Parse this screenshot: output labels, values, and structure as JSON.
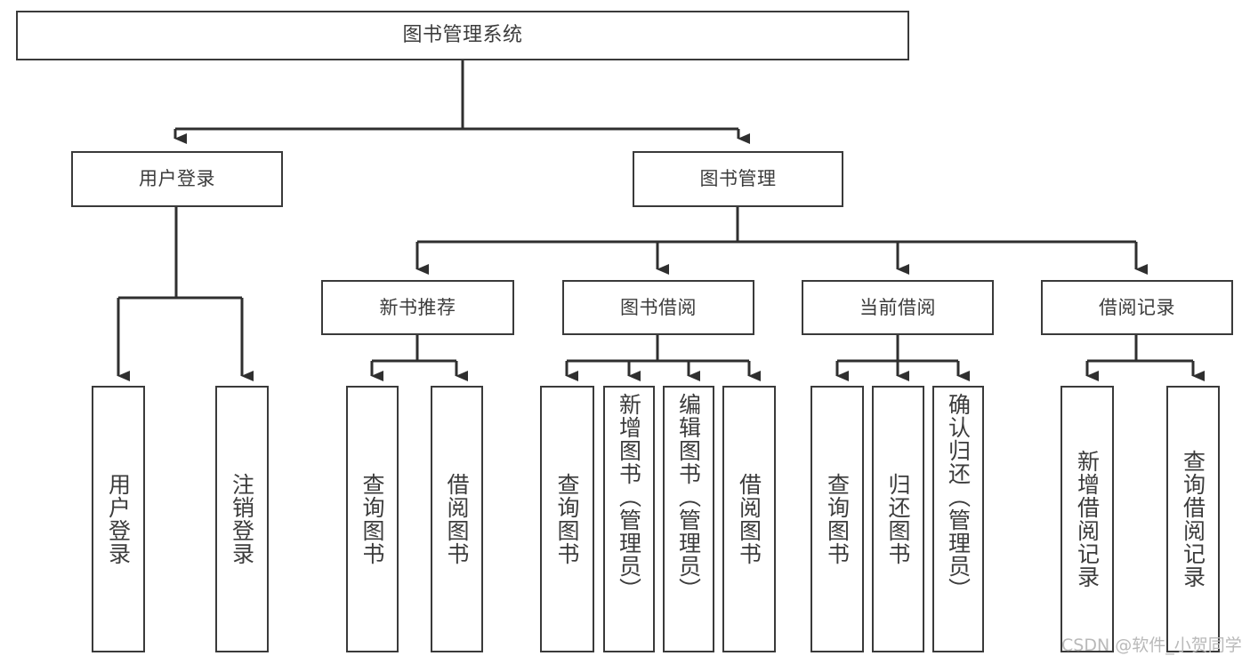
{
  "diagram": {
    "title": "图书管理系统",
    "type": "tree",
    "root": {
      "id": "root",
      "label": "图书管理系统"
    },
    "level2": [
      {
        "id": "user-login",
        "label": "用户登录"
      },
      {
        "id": "book-manage",
        "label": "图书管理"
      }
    ],
    "level3": [
      {
        "id": "new-book-rec",
        "label": "新书推荐"
      },
      {
        "id": "book-borrow",
        "label": "图书借阅"
      },
      {
        "id": "current-borrow",
        "label": "当前借阅"
      },
      {
        "id": "borrow-record",
        "label": "借阅记录"
      }
    ],
    "leaves": {
      "user_login": [
        {
          "id": "leaf-user-login",
          "label": "用户登录"
        },
        {
          "id": "leaf-logout",
          "label": "注销登录"
        }
      ],
      "new_book_rec": [
        {
          "id": "leaf-query-book-1",
          "label": "查询图书"
        },
        {
          "id": "leaf-borrow-book-1",
          "label": "借阅图书"
        }
      ],
      "book_borrow": [
        {
          "id": "leaf-query-book-2",
          "label": "查询图书"
        },
        {
          "id": "leaf-add-book",
          "label": "新增图书（管理员）"
        },
        {
          "id": "leaf-edit-book",
          "label": "编辑图书（管理员）"
        },
        {
          "id": "leaf-borrow-book-2",
          "label": "借阅图书"
        }
      ],
      "current_borrow": [
        {
          "id": "leaf-query-book-3",
          "label": "查询图书"
        },
        {
          "id": "leaf-return-book",
          "label": "归还图书"
        },
        {
          "id": "leaf-confirm-return",
          "label": "确认归还（管理员）"
        }
      ],
      "borrow_record": [
        {
          "id": "leaf-add-record",
          "label": "新增借阅记录"
        },
        {
          "id": "leaf-query-record",
          "label": "查询借阅记录"
        }
      ]
    },
    "colors": {
      "background": "#ffffff",
      "node_fill": "#ffffff",
      "node_border": "#3a3a3a",
      "edge": "#2f2f2f",
      "text": "#3c3c3c",
      "watermark": "#b9b9b9"
    }
  },
  "watermark": {
    "text": "CSDN @软件_小贺同学"
  }
}
